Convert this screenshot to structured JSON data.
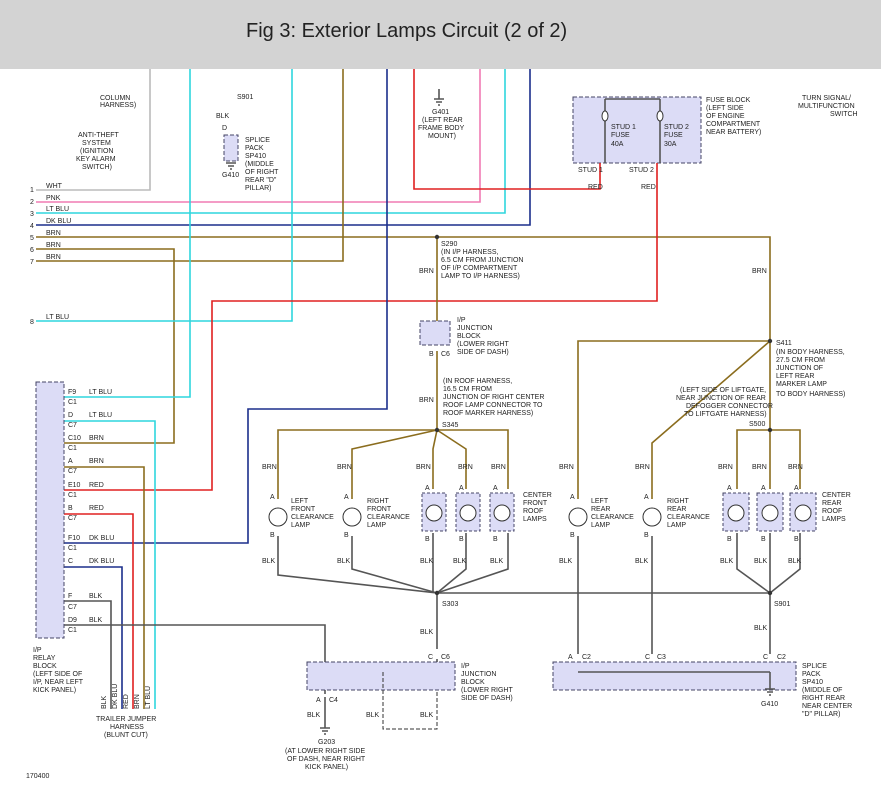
{
  "title": "Fig 3: Exterior Lamps Circuit (2 of 2)",
  "colors": {
    "header_bg": "#d3d3d3",
    "brown": "#8b6d1e",
    "red": "#e02020",
    "dark_blue": "#1c2f8c",
    "light_blue": "#2fd6dd",
    "pink": "#f07bb4",
    "black": "#555555",
    "connector_fill": "#dcdcf6"
  },
  "top": {
    "column_harness": [
      "COLUMN",
      "HARNESS)"
    ],
    "anti_theft": [
      "ANTI-THEFT",
      "SYSTEM",
      "(IGNITION",
      "KEY ALARM",
      "SWITCH)"
    ],
    "s901_top": "S901",
    "splice_blk": "BLK",
    "splice_d": "D",
    "splice_pack": [
      "SPLICE",
      "PACK",
      "SP410",
      "(MIDDLE",
      "OF RIGHT",
      "REAR \"D\"",
      "PILLAR)"
    ],
    "g410_top": "G410",
    "g401": [
      "G401",
      "(LEFT REAR",
      "FRAME BODY",
      "MOUNT)"
    ],
    "stud1_fuse": [
      "STUD 1",
      "FUSE",
      "40A"
    ],
    "stud2_fuse": [
      "STUD 2",
      "FUSE",
      "30A"
    ],
    "fuse_block": [
      "FUSE BLOCK",
      "(LEFT SIDE",
      "OF ENGINE",
      "COMPARTMENT",
      "NEAR BATTERY)"
    ],
    "stud1": "STUD 1",
    "stud2": "STUD 2",
    "red1": "RED",
    "red2": "RED",
    "turn_signal": [
      "TURN SIGNAL/",
      "MULTIFUNCTION",
      "SWITCH"
    ]
  },
  "wires": [
    {
      "num": "1",
      "color": "WHT"
    },
    {
      "num": "2",
      "color": "PNK"
    },
    {
      "num": "3",
      "color": "LT BLU"
    },
    {
      "num": "4",
      "color": "DK BLU"
    },
    {
      "num": "5",
      "color": "BRN"
    },
    {
      "num": "6",
      "color": "BRN"
    },
    {
      "num": "7",
      "color": "BRN"
    },
    {
      "num": "8",
      "color": "LT BLU"
    }
  ],
  "s290": {
    "name": "S290",
    "desc": [
      "(IN I/P HARNESS,",
      "6.5 CM FROM JUNCTION",
      "OF I/P COMPARTMENT",
      "LAMP TO I/P HARNESS)"
    ],
    "brn": "BRN"
  },
  "ip_junction_top": {
    "desc": [
      "I/P",
      "JUNCTION",
      "BLOCK",
      "(LOWER RIGHT",
      "SIDE OF DASH)"
    ],
    "pin": "B",
    "conn": "C6"
  },
  "roof_harness": {
    "desc": [
      "(IN ROOF HARNESS,",
      "16.5 CM FROM",
      "JUNCTION OF RIGHT CENTER",
      "ROOF LAMP CONNECTOR TO",
      "ROOF MARKER HARNESS)"
    ],
    "brn": "BRN",
    "name": "S345"
  },
  "s411": {
    "name": "S411",
    "desc": [
      "(IN BODY HARNESS,",
      "27.5 CM FROM",
      "JUNCTION OF",
      "LEFT REAR",
      "MARKER LAMP",
      "TO BODY HARNESS)"
    ],
    "brn": "BRN"
  },
  "s500": {
    "name": "S500",
    "desc": [
      "(LEFT SIDE OF LIFTGATE,",
      "NEAR JUNCTION OF REAR",
      "DEFOGGER CONNECTOR",
      "TO LIFTGATE HARNESS)"
    ]
  },
  "relay": {
    "pins": [
      {
        "pin": "F9",
        "conn": "C1",
        "wire": "LT BLU"
      },
      {
        "pin": "D",
        "conn": "C7",
        "wire": "LT BLU"
      },
      {
        "pin": "C10",
        "conn": "C1",
        "wire": "BRN"
      },
      {
        "pin": "A",
        "conn": "C7",
        "wire": "BRN"
      },
      {
        "pin": "E10",
        "conn": "C1",
        "wire": "RED"
      },
      {
        "pin": "B",
        "conn": "C7",
        "wire": "RED"
      },
      {
        "pin": "F10",
        "conn": "C1",
        "wire": "DK BLU"
      },
      {
        "pin": "C",
        "conn": "C7",
        "wire": "DK BLU"
      },
      {
        "pin": "F",
        "conn": "C7",
        "wire": "BLK"
      },
      {
        "pin": "D9",
        "conn": "C1",
        "wire": "BLK"
      }
    ],
    "desc": [
      "I/P",
      "RELAY",
      "BLOCK",
      "(LEFT SIDE OF",
      "I/P, NEAR LEFT",
      "KICK PANEL)"
    ]
  },
  "trailer": {
    "wires": [
      "BLK",
      "DK BLU",
      "RED",
      "BRN",
      "LT BLU"
    ],
    "desc": [
      "TRAILER JUMPER",
      "HARNESS",
      "(BLUNT CUT)"
    ]
  },
  "lamps": [
    {
      "name": [
        "LEFT",
        "FRONT",
        "CLEARANCE",
        "LAMP"
      ],
      "in": "BRN",
      "out": "BLK"
    },
    {
      "name": [
        "RIGHT",
        "FRONT",
        "CLEARANCE",
        "LAMP"
      ],
      "in": "BRN",
      "out": "BLK"
    },
    {
      "name": [
        "CENTER",
        "FRONT",
        "ROOF",
        "LAMPS"
      ],
      "in": "BRN",
      "out": "BLK"
    },
    {
      "name": [
        "LEFT",
        "REAR",
        "CLEARANCE",
        "LAMP"
      ],
      "in": "BRN",
      "out": "BLK"
    },
    {
      "name": [
        "RIGHT",
        "REAR",
        "CLEARANCE",
        "LAMP"
      ],
      "in": "BRN",
      "out": "BLK"
    },
    {
      "name": [
        "CENTER",
        "REAR",
        "ROOF",
        "LAMPS"
      ],
      "in": "BRN",
      "out": "BLK"
    }
  ],
  "s303": "S303",
  "s901b": "S901",
  "blk": "BLK",
  "ip_junction_bottom": {
    "desc": [
      "I/P",
      "JUNCTION",
      "BLOCK",
      "(LOWER RIGHT",
      "SIDE OF DASH)"
    ],
    "c": "C",
    "c6": "C6",
    "a": "A",
    "c4": "C4"
  },
  "g203": {
    "name": "G203",
    "desc": [
      "(AT LOWER RIGHT SIDE",
      "OF DASH, NEAR RIGHT",
      "KICK PANEL)"
    ]
  },
  "splice_bottom": {
    "desc": [
      "SPLICE",
      "PACK",
      "SP410",
      "(MIDDLE OF",
      "RIGHT REAR",
      "NEAR CENTER",
      "\"D\" PILLAR)"
    ],
    "g410": "G410"
  },
  "pin_a": "A",
  "pin_b": "B",
  "pin_c": "C",
  "c2": "C2",
  "c3": "C3",
  "figure_id": "170400"
}
